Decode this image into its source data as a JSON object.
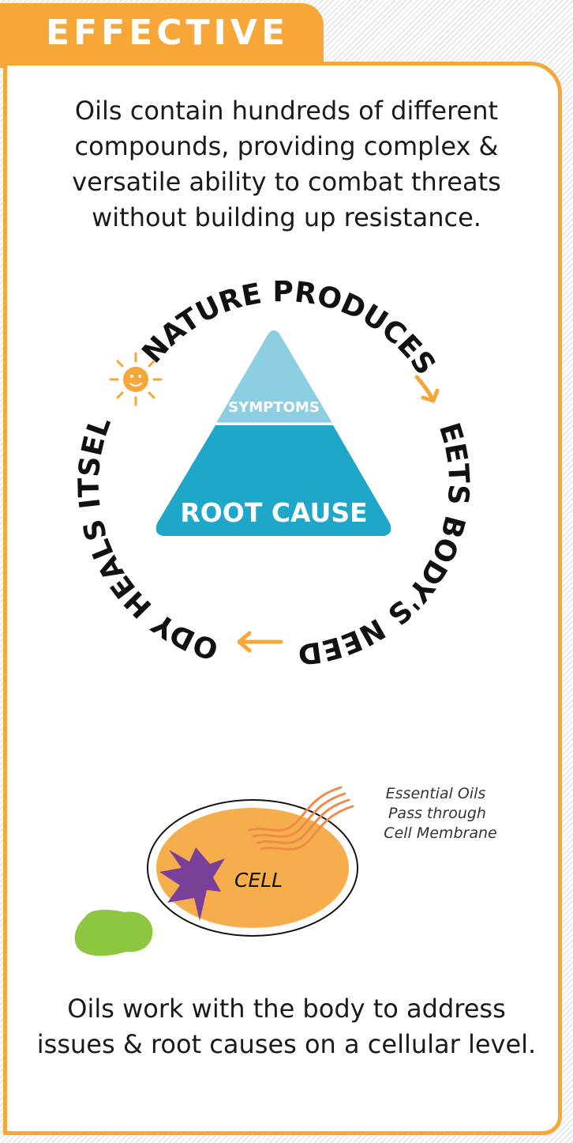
{
  "header": {
    "title": "EFFECTIVE"
  },
  "intro_text": "Oils contain hundreds of different compounds, providing complex & versatile ability to combat threats without building up resistance.",
  "cycle": {
    "steps": [
      "NATURE PRODUCES",
      "MEETS BODY'S NEEDS",
      "BODY HEALS ITSELF"
    ],
    "arrow_color": "#f6a737"
  },
  "pyramid": {
    "top_label": "SYMPTOMS",
    "bottom_label": "ROOT CAUSE",
    "top_color": "#8ccfe2",
    "bottom_color": "#1fa7c9"
  },
  "cell_diagram": {
    "cell_label": "CELL",
    "annotation_lines": [
      "Essential Oils",
      "Pass through",
      "Cell Membrane"
    ],
    "cell_color": "#f6ad4c",
    "nucleus_color": "#7a3f98",
    "blob_color": "#8dc63f"
  },
  "outro_text": "Oils work with the body to address issues & root causes on a cellular level.",
  "colors": {
    "accent": "#f6a737"
  }
}
